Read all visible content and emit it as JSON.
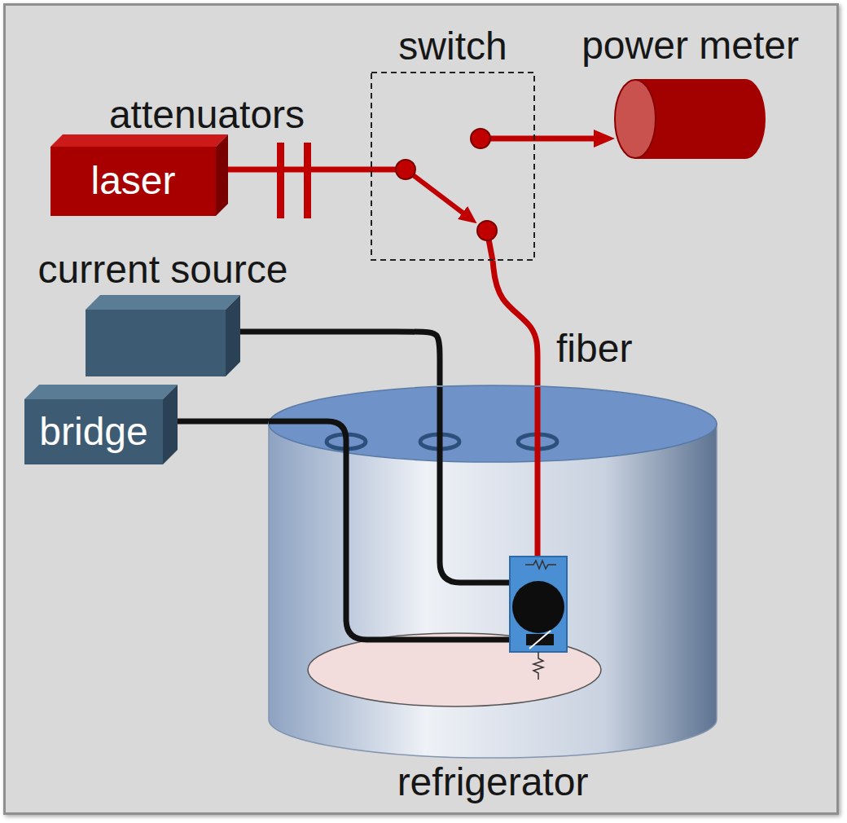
{
  "diagram": {
    "nodes": [
      {
        "text": [
          "switch"
        ]
      },
      {
        "text": [
          "power meter"
        ]
      },
      {
        "text": [
          "laser"
        ]
      },
      {
        "text": [
          "current source"
        ]
      },
      {
        "text": [
          "bridge"
        ]
      },
      {
        "text": [
          "refrigerator"
        ]
      }
    ],
    "edges": [
      {
        "from": 2,
        "to": 0,
        "arrow": "none"
      },
      {
        "from": 0,
        "to": 1,
        "arrow": "to"
      },
      {
        "from": 0,
        "to": 5,
        "label": "fiber",
        "arrow": "none"
      },
      {
        "from": 3,
        "to": 5,
        "arrow": "none"
      },
      {
        "from": 4,
        "to": 5,
        "arrow": "none"
      }
    ],
    "labels": [
      "attenuators"
    ]
  }
}
